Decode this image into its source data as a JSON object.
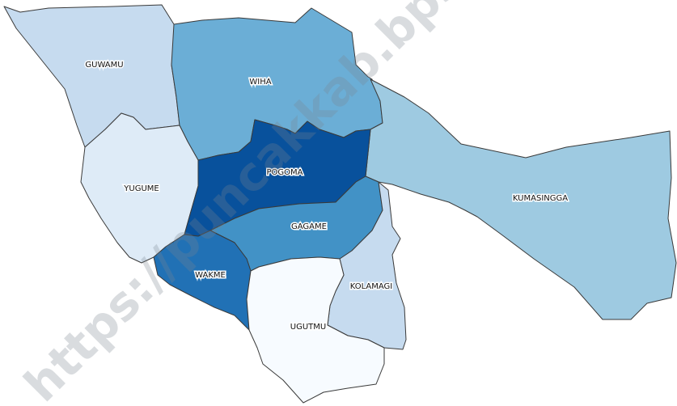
{
  "map": {
    "districts": [
      {
        "id": "guwamu",
        "name": "GUWAMU",
        "color": "#c6dbef"
      },
      {
        "id": "wiha",
        "name": "WIHA",
        "color": "#6baed6"
      },
      {
        "id": "kumasingga",
        "name": "KUMASINGGA",
        "color": "#9ecae1"
      },
      {
        "id": "yugume",
        "name": "YUGUME",
        "color": "#deebf7"
      },
      {
        "id": "pogoma",
        "name": "POGOMA",
        "color": "#08519c"
      },
      {
        "id": "gagame",
        "name": "GAGAME",
        "color": "#4292c6"
      },
      {
        "id": "wakme",
        "name": "WAKME",
        "color": "#2171b5"
      },
      {
        "id": "kolamagi",
        "name": "KOLAMAGI",
        "color": "#c6dbef"
      },
      {
        "id": "ugutmu",
        "name": "UGUTMU",
        "color": "#f7fbff"
      }
    ]
  },
  "watermark": {
    "text": "https://puncakkab.bps.go.id"
  }
}
